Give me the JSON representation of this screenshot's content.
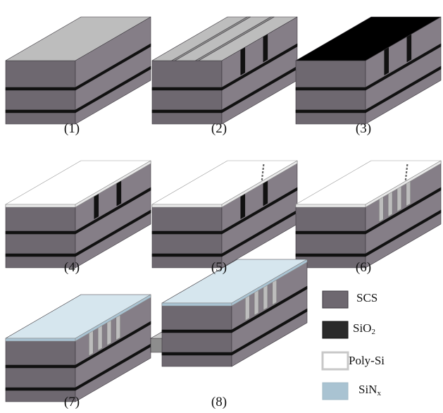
{
  "steps": [
    "(1)",
    "(2)",
    "(3)",
    "(4)",
    "(5)",
    "(6)",
    "(7)",
    "(8)"
  ],
  "legend": {
    "scs": {
      "label": "SCS",
      "color": "#6e6870"
    },
    "sio2": {
      "label": "SiO",
      "sub": "2",
      "color": "#2a2a2a"
    },
    "polysi": {
      "label": "Poly-Si",
      "color": "#ffffff",
      "border": "#c8c8c8"
    },
    "sinx": {
      "label": "SiN",
      "sub": "x",
      "color": "#a9c3d2"
    }
  },
  "colors": {
    "scs_front": "#6e6870",
    "scs_side": "#857e87",
    "scs_top": "#bdbdbd",
    "sio2": "#111111",
    "poly_top": "#ffffff",
    "sinx_top": "#d6e6ee",
    "sinx_edge": "#a9c3d2",
    "base_top": "#c8c8c8"
  }
}
